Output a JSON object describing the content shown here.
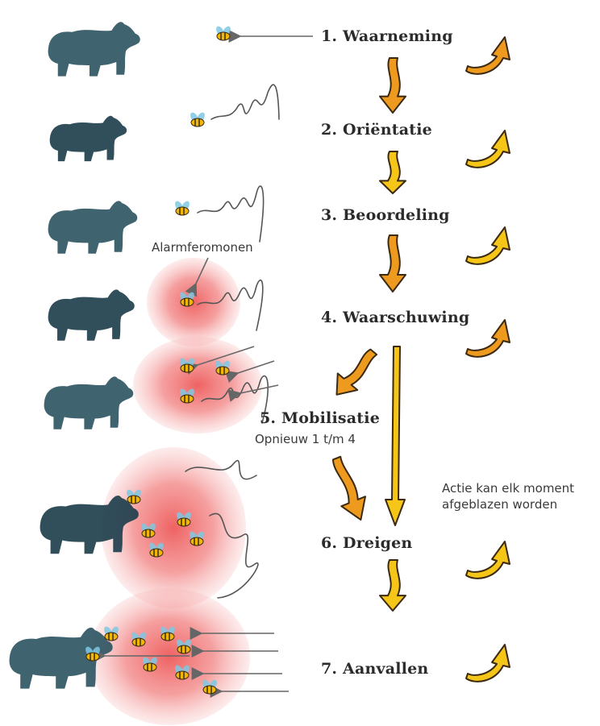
{
  "steps": [
    {
      "label": "1. Waarneming"
    },
    {
      "label": "2. Oriëntatie"
    },
    {
      "label": "3. Beoordeling"
    },
    {
      "label": "4. Waarschuwing"
    },
    {
      "label": "5. Mobilisatie"
    },
    {
      "label": "6. Dreigen"
    },
    {
      "label": "7. Aanvallen"
    }
  ],
  "notes": {
    "pheromones": "Alarmferomonen",
    "repeat": "Opnieuw 1 t/m 4",
    "cancel_line1": "Actie kan elk moment",
    "cancel_line2": "afgeblazen worden"
  },
  "colors": {
    "bear": "#2f5663",
    "bear_dark": "#1f3f4d",
    "cloud": "#f06a6a",
    "arrow_yellow": "#f5c518",
    "arrow_orange": "#ee9a1e",
    "outline": "#3b2a10",
    "text": "#2b2b2b"
  }
}
